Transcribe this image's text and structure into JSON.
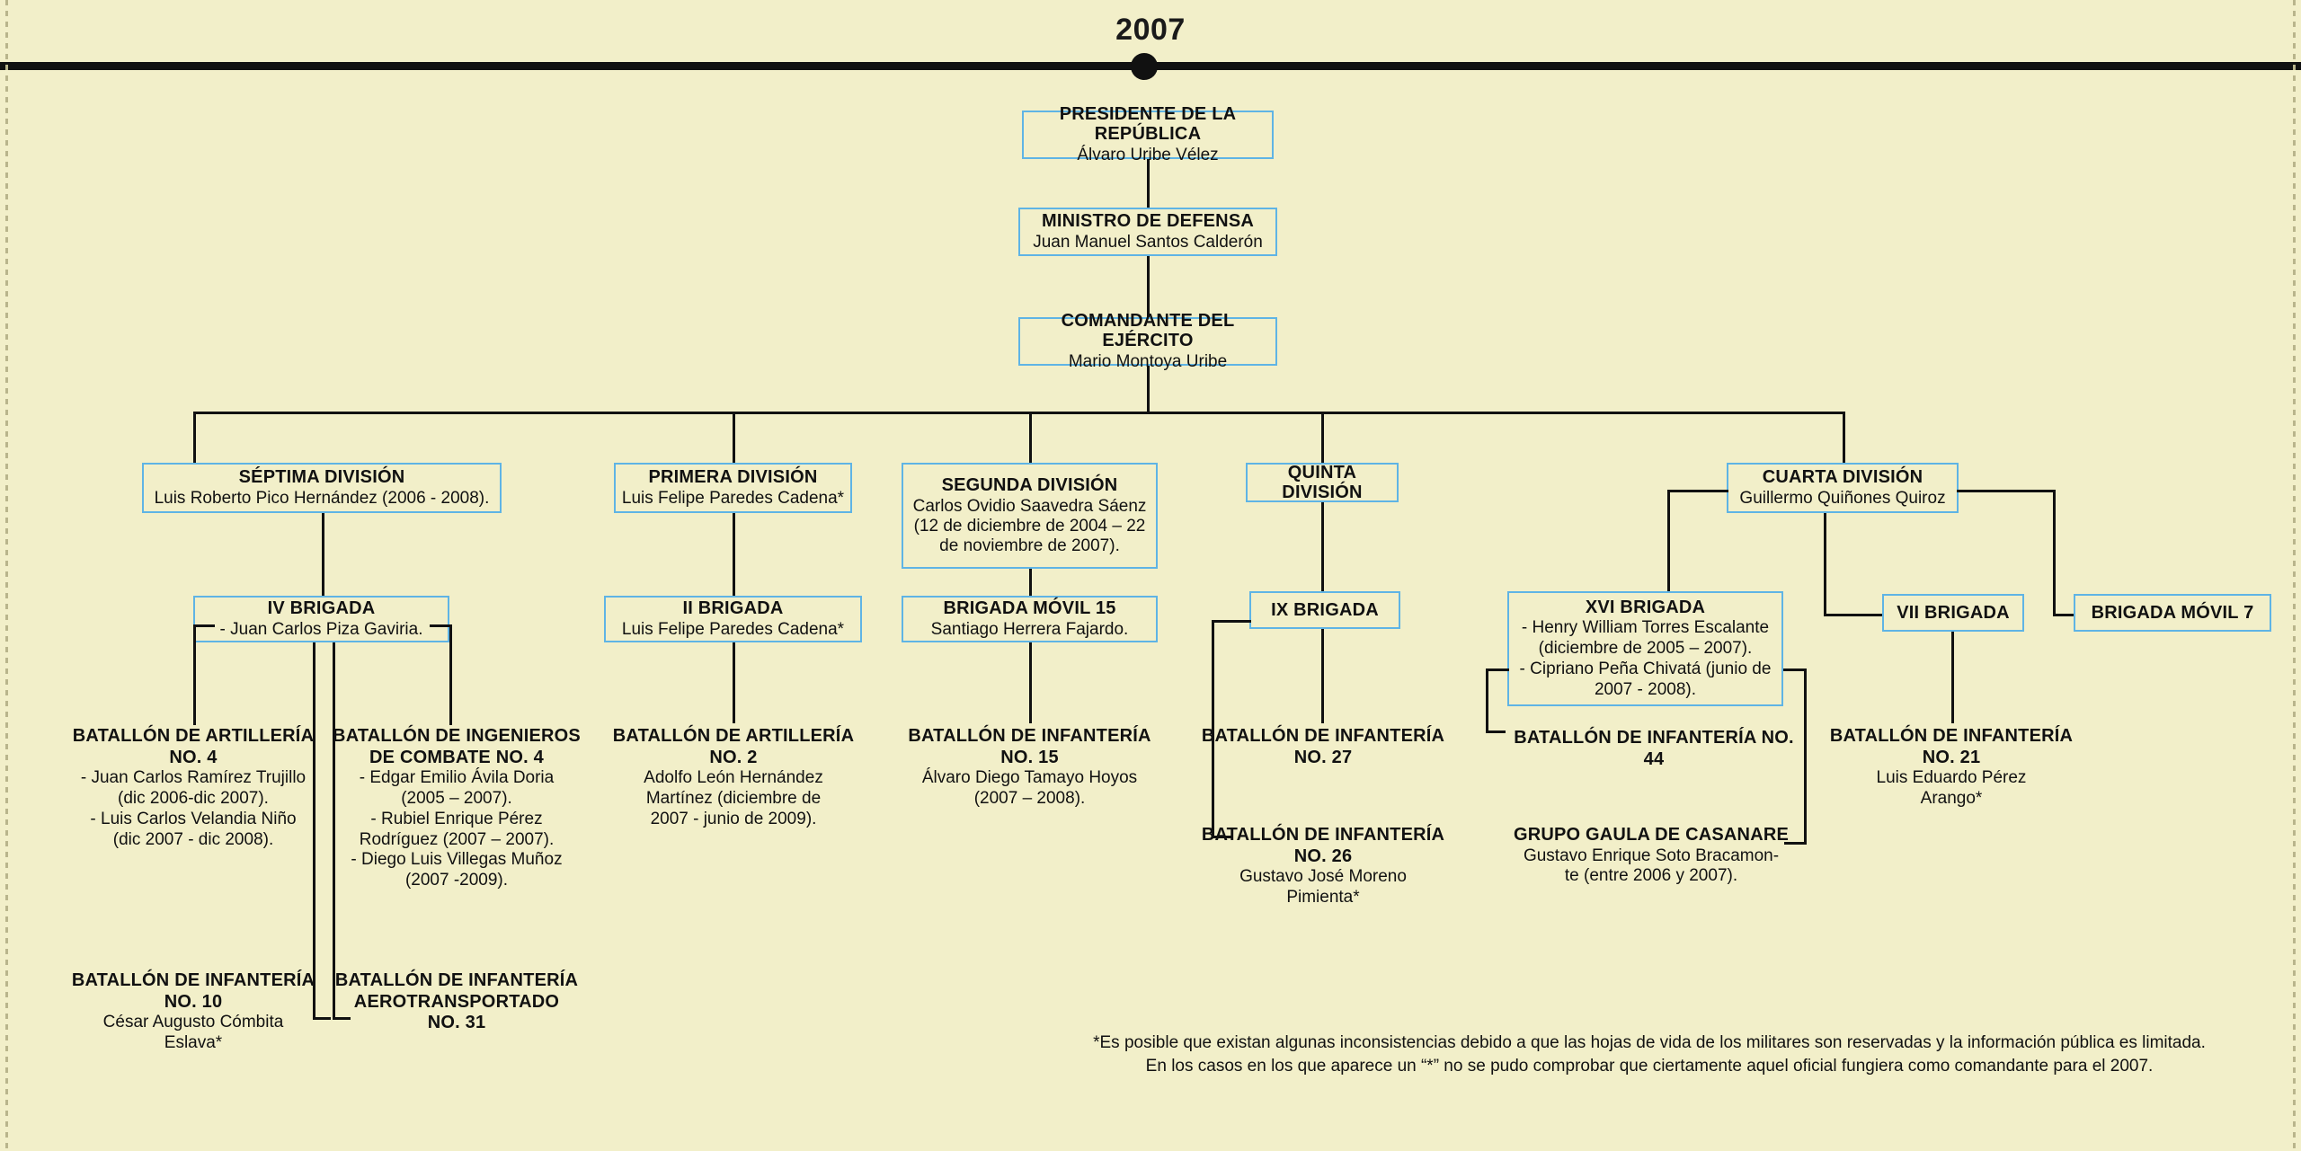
{
  "header": {
    "year": "2007",
    "timeline_dot": "timeline-marker"
  },
  "chain_of_command": [
    {
      "title": "PRESIDENTE DE LA REPÚBLICA",
      "name": "Álvaro Uribe Vélez"
    },
    {
      "title": "MINISTRO DE DEFENSA",
      "name": "Juan Manuel Santos Calderón"
    },
    {
      "title": "COMANDANTE DEL EJÉRCITO",
      "name": "Mario Montoya Uribe"
    }
  ],
  "divisions": [
    {
      "title": "SÉPTIMA DIVISIÓN",
      "name": "Luis Roberto Pico Hernández (2006 - 2008)."
    },
    {
      "title": "PRIMERA DIVISIÓN",
      "name": "Luis Felipe Paredes Cadena*"
    },
    {
      "title": "SEGUNDA DIVISIÓN",
      "name": "Carlos Ovidio Saavedra Sáenz (12 de diciembre de 2004 – 22 de noviembre de 2007)."
    },
    {
      "title": "QUINTA DIVISIÓN",
      "name": ""
    },
    {
      "title": "CUARTA DIVISIÓN",
      "name": "Guillermo Quiñones Quiroz"
    }
  ],
  "brigades": [
    {
      "title": "IV BRIGADA",
      "name": "- Juan Carlos Piza Gaviria."
    },
    {
      "title": "II BRIGADA",
      "name": "Luis Felipe Paredes Cadena*"
    },
    {
      "title": "BRIGADA MÓVIL 15",
      "name": "Santiago Herrera Fajardo."
    },
    {
      "title": "IX BRIGADA",
      "name": ""
    },
    {
      "title": "XVI BRIGADA",
      "name": "- Henry William Torres Escalante (diciembre de 2005 – 2007). - Cipriano Peña Chivatá (junio de 2007 - 2008)."
    },
    {
      "title": "VII BRIGADA",
      "name": ""
    },
    {
      "title": "BRIGADA MÓVIL 7",
      "name": ""
    }
  ],
  "xvi_brigada_lines": [
    "- Henry William Torres Escalante",
    "(diciembre de 2005 – 2007).",
    "- Cipriano Peña Chivatá (junio de",
    "2007 - 2008)."
  ],
  "units": [
    {
      "title": "BATALLÓN DE ARTILLERÍA NO. 4",
      "name": "- Juan Carlos Ramírez Trujillo (dic 2006-dic 2007). - Luis Carlos Velandia Niño (dic 2007 - dic 2008).",
      "title_lines": [
        "BATALLÓN DE ARTILLERÍA",
        "NO. 4"
      ],
      "name_lines": [
        "- Juan Carlos Ramírez Trujillo",
        "(dic 2006-dic 2007).",
        "- Luis Carlos Velandia Niño",
        "(dic 2007 - dic 2008)."
      ]
    },
    {
      "title": "BATALLÓN DE INGENIEROS DE COMBATE NO. 4",
      "name": "- Edgar Emilio Ávila Doria (2005 – 2007). - Rubiel Enrique Pérez Rodríguez (2007 – 2007). - Diego Luis Villegas Muñoz (2007 -2009).",
      "title_lines": [
        "BATALLÓN DE INGENIEROS",
        "DE COMBATE NO. 4"
      ],
      "name_lines": [
        "- Edgar Emilio Ávila Doria",
        "(2005 – 2007).",
        "- Rubiel Enrique Pérez",
        "Rodríguez (2007 – 2007).",
        "- Diego Luis Villegas Muñoz",
        "(2007 -2009)."
      ]
    },
    {
      "title": "BATALLÓN DE INFANTERÍA NO. 10",
      "name": "César Augusto Cómbita Eslava*",
      "title_lines": [
        "BATALLÓN DE INFANTERÍA",
        "NO. 10"
      ],
      "name_lines": [
        "César Augusto Cómbita",
        "Eslava*"
      ]
    },
    {
      "title": "BATALLÓN DE INFANTERÍA AEROTRANSPORTADO NO. 31",
      "name": "",
      "title_lines": [
        "BATALLÓN DE INFANTERÍA",
        "AEROTRANSPORTADO",
        "NO. 31"
      ],
      "name_lines": []
    },
    {
      "title": "BATALLÓN DE ARTILLERÍA NO. 2",
      "name": "Adolfo León Hernández Martínez (diciembre de 2007 - junio de 2009).",
      "title_lines": [
        "BATALLÓN DE ARTILLERÍA",
        "NO. 2"
      ],
      "name_lines": [
        "Adolfo León Hernández",
        "Martínez (diciembre de",
        "2007 - junio de 2009)."
      ]
    },
    {
      "title": "BATALLÓN DE INFANTERÍA NO. 15",
      "name": "Álvaro Diego Tamayo Hoyos (2007 – 2008).",
      "title_lines": [
        "BATALLÓN DE INFANTERÍA",
        "NO. 15"
      ],
      "name_lines": [
        "Álvaro Diego Tamayo Hoyos",
        "(2007 – 2008)."
      ]
    },
    {
      "title": "BATALLÓN DE INFANTERÍA NO. 27",
      "name": "",
      "title_lines": [
        "BATALLÓN DE INFANTERÍA",
        "NO. 27"
      ],
      "name_lines": []
    },
    {
      "title": "BATALLÓN DE INFANTERÍA NO. 26",
      "name": "Gustavo José Moreno Pimienta*",
      "title_lines": [
        "BATALLÓN DE INFANTERÍA",
        "NO. 26"
      ],
      "name_lines": [
        "Gustavo José Moreno",
        "Pimienta*"
      ]
    },
    {
      "title": "BATALLÓN DE INFANTERÍA NO. 44",
      "name": "",
      "title_lines": [
        "BATALLÓN DE INFANTERÍA NO. 44"
      ],
      "name_lines": []
    },
    {
      "title": "GRUPO GAULA DE CASANARE",
      "name": "Gustavo Enrique Soto Bracamonte (entre 2006 y 2007).",
      "title_lines": [
        "GRUPO GAULA DE CASANARE"
      ],
      "name_lines": [
        "Gustavo Enrique Soto Bracamon-",
        "te (entre 2006 y 2007)."
      ]
    },
    {
      "title": "BATALLÓN DE INFANTERÍA NO. 21",
      "name": "Luis Eduardo Pérez Arango*",
      "title_lines": [
        "BATALLÓN DE INFANTERÍA",
        "NO. 21"
      ],
      "name_lines": [
        "Luis Eduardo Pérez",
        "Arango*"
      ]
    }
  ],
  "footnote": {
    "line1": "*Es posible que existan algunas inconsistencias debido a que las hojas de vida de los militares son reservadas y la información pública es limitada.",
    "line2": "En los casos en los que aparece un “*” no se pudo comprobar que ciertamente aquel oficial fungiera como comandante para el 2007."
  },
  "colors": {
    "background": "#f2efc9",
    "box_border": "#5fb4e5",
    "line": "#111111",
    "text": "#111111"
  }
}
